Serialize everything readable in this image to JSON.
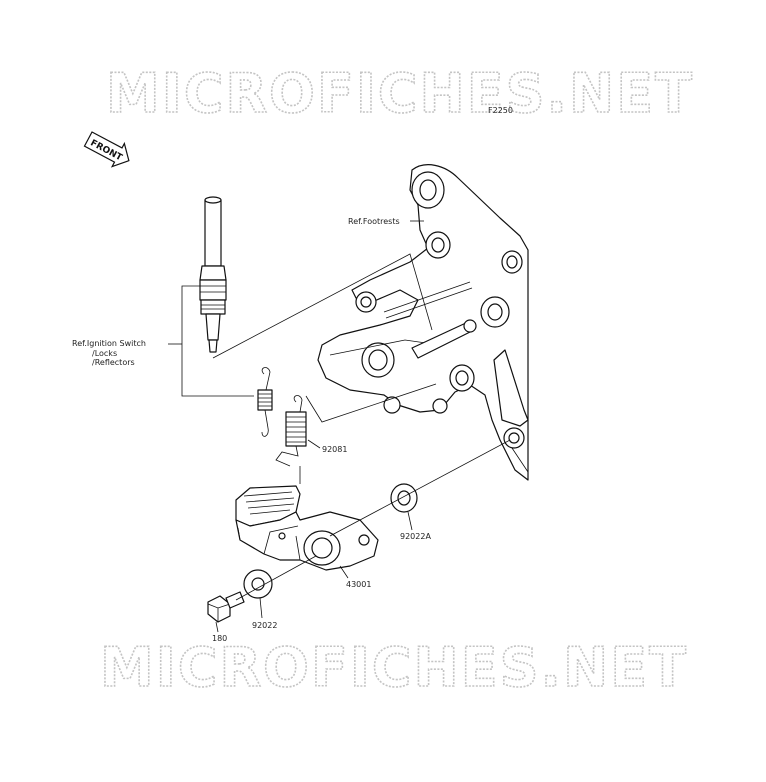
{
  "watermark": {
    "top": "MICROFICHES.NET",
    "bottom": "MICROFICHES.NET"
  },
  "figure_code": "F2250",
  "front_arrow_label": "FRONT",
  "references": {
    "footrests": "Ref.Footrests",
    "ignition_line1": "Ref.Ignition Switch",
    "ignition_line2": "/Locks",
    "ignition_line3": "/Reflectors"
  },
  "part_numbers": {
    "spring": "92081",
    "washer_a": "92022A",
    "pedal": "43001",
    "washer": "92022",
    "bolt": "180"
  }
}
